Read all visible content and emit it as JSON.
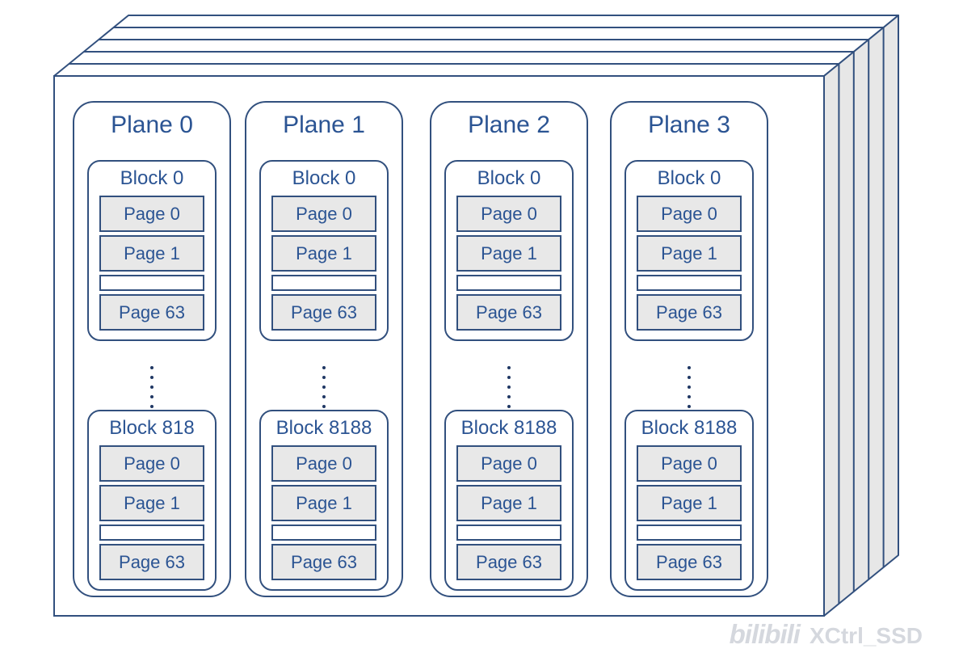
{
  "diagram": {
    "kind": "nand-flash-organization",
    "stack_layers_behind": 5,
    "ellipsis_dots": 5
  },
  "planes": [
    {
      "label": "Plane 0",
      "blocks": [
        {
          "label": "Block 0",
          "pages": [
            "Page 0",
            "Page 1",
            "",
            "Page 63"
          ]
        },
        {
          "label": "Block 818",
          "pages": [
            "Page 0",
            "Page 1",
            "",
            "Page 63"
          ]
        }
      ]
    },
    {
      "label": "Plane 1",
      "blocks": [
        {
          "label": "Block 0",
          "pages": [
            "Page 0",
            "Page 1",
            "",
            "Page 63"
          ]
        },
        {
          "label": "Block 8188",
          "pages": [
            "Page 0",
            "Page 1",
            "",
            "Page 63"
          ]
        }
      ]
    },
    {
      "label": "Plane 2",
      "blocks": [
        {
          "label": "Block 0",
          "pages": [
            "Page 0",
            "Page 1",
            "",
            "Page 63"
          ]
        },
        {
          "label": "Block 8188",
          "pages": [
            "Page 0",
            "Page 1",
            "",
            "Page 63"
          ]
        }
      ]
    },
    {
      "label": "Plane 3",
      "blocks": [
        {
          "label": "Block 0",
          "pages": [
            "Page 0",
            "Page 1",
            "",
            "Page 63"
          ]
        },
        {
          "label": "Block 8188",
          "pages": [
            "Page 0",
            "Page 1",
            "",
            "Page 63"
          ]
        }
      ]
    }
  ],
  "watermark": {
    "brand": "bilibili",
    "text": "XCtrl_SSD"
  },
  "colors": {
    "line": "#32507e",
    "text": "#2b5493",
    "page_fill": "#e8e8e8",
    "side_fill": "#e7e7e7",
    "watermark": "#d5d8de"
  }
}
